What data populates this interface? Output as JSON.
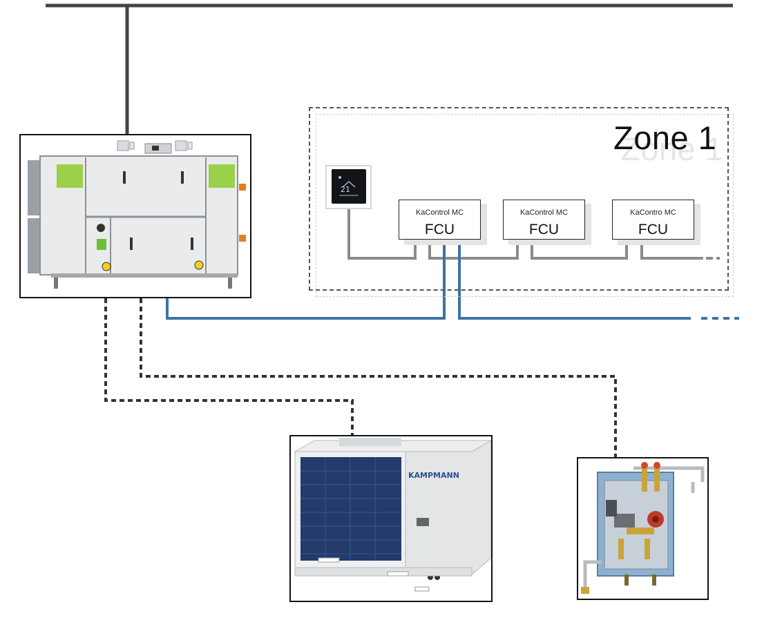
{
  "zone": {
    "title": "Zone 1"
  },
  "thermostat": {
    "temperature": "21"
  },
  "fcus": [
    {
      "model": "KaControl MC",
      "name": "FCU"
    },
    {
      "model": "KaControl MC",
      "name": "FCU"
    },
    {
      "model": "KaContro MC",
      "name": "FCU"
    }
  ],
  "brand": {
    "logo_text": "KAMPMANN"
  },
  "colors": {
    "bus_line": "#444444",
    "control_line": "#8a8a8a",
    "water_line": "#3f72a6",
    "dashed_pipe": "#333333",
    "frame": "#111111"
  },
  "icons": {
    "ahu": "air-handling-unit-icon",
    "chiller": "chiller-icon",
    "hydraulic": "hydraulic-module-icon",
    "thermostat": "thermostat-icon"
  }
}
